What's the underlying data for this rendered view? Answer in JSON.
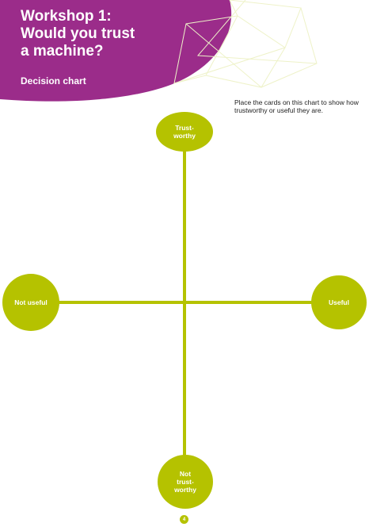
{
  "header": {
    "title": "Workshop 1:\nWould you trust\na machine?",
    "subtitle": "Decision chart"
  },
  "instructions": "Place the cards on this chart to show how trustworthy or useful they are.",
  "nodes": {
    "top": "Trust-\nworthy",
    "left": "Not useful",
    "right": "Useful",
    "bottom": "Not\ntrust-\nworthy"
  },
  "page_number": "4",
  "colors": {
    "header_purple": "#9b2c8a",
    "accent_green": "#b5c200",
    "decor_lines": "#eef2c8"
  }
}
